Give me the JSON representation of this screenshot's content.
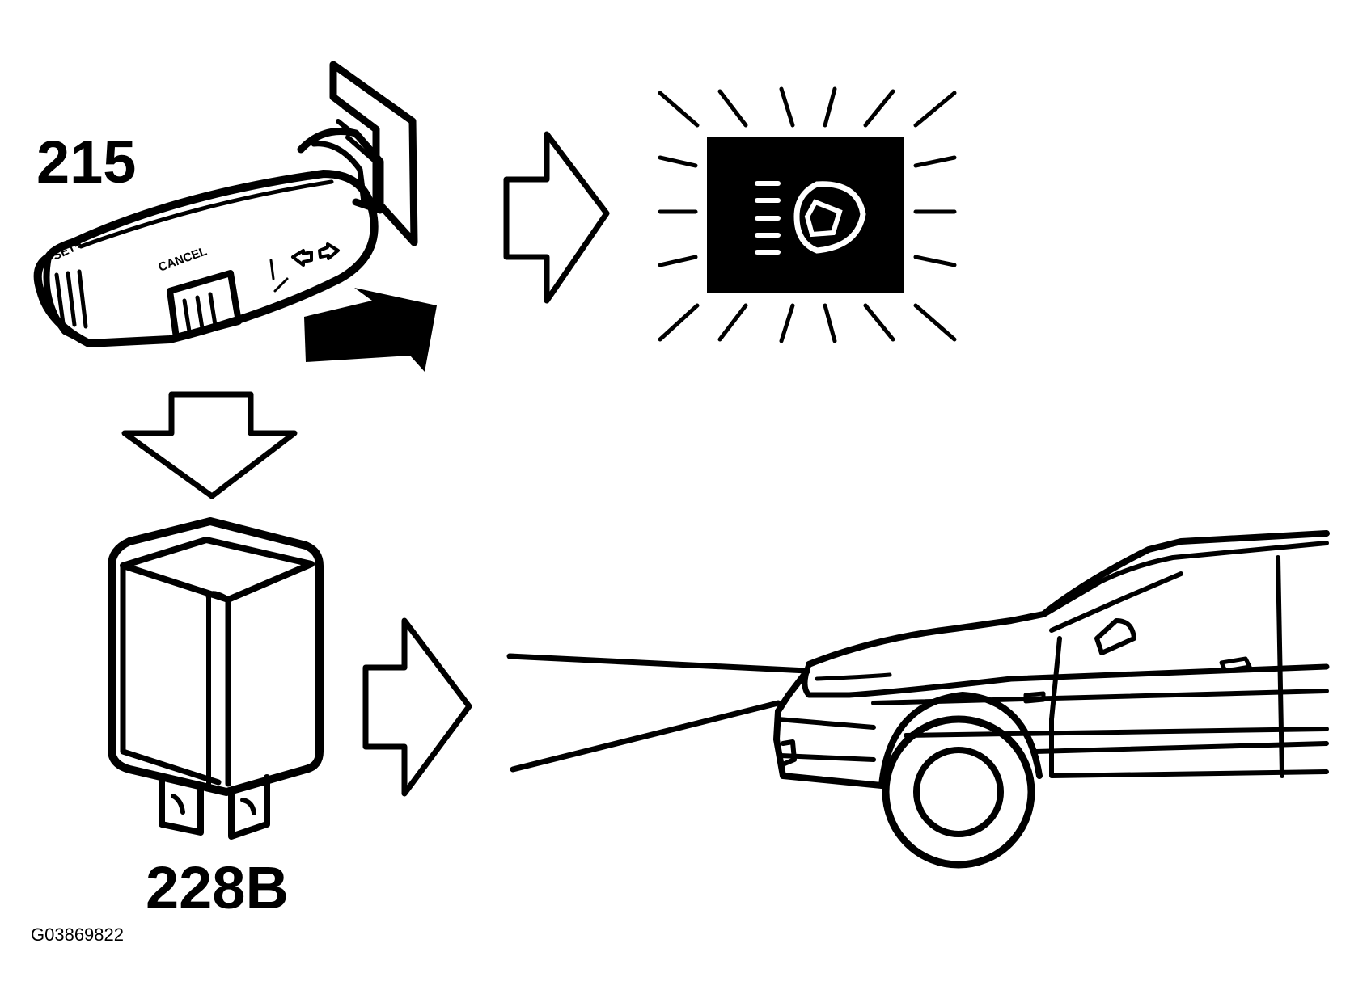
{
  "labels": {
    "switch_number": "215",
    "relay_number": "228B",
    "figure_code": "G03869822"
  },
  "switch_markings": {
    "set": "SET+",
    "cancel": "CANCEL"
  },
  "colors": {
    "ink": "#000000",
    "paper": "#ffffff"
  }
}
